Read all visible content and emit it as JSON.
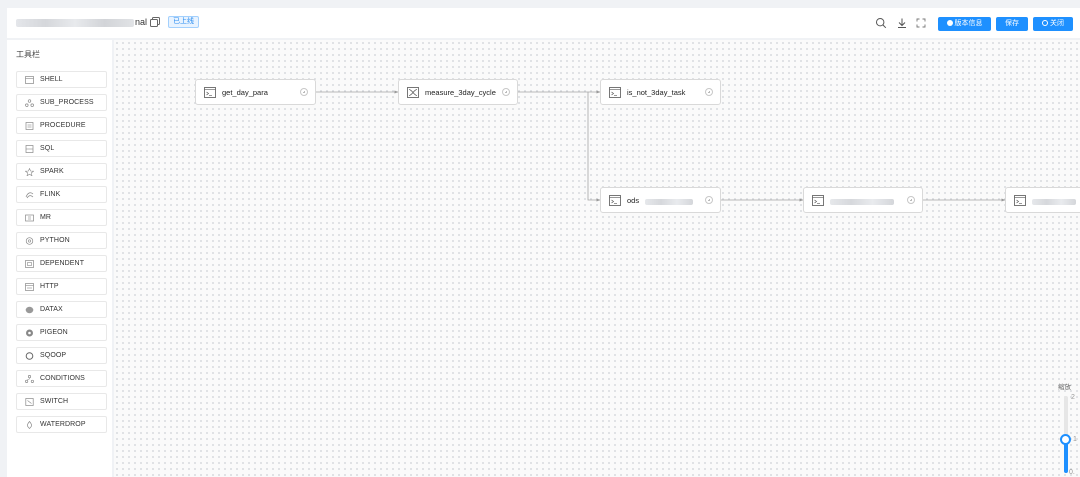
{
  "header": {
    "title_suffix": "nal",
    "status_badge": "已上线",
    "buttons": {
      "version_info": "版本信息",
      "save": "保存",
      "close": "关闭"
    },
    "icons": [
      "search-icon",
      "download-icon",
      "fullscreen-icon"
    ]
  },
  "sidebar": {
    "title": "工具栏",
    "items": [
      {
        "label": "SHELL",
        "icon": "shell-icon"
      },
      {
        "label": "SUB_PROCESS",
        "icon": "sub-process-icon"
      },
      {
        "label": "PROCEDURE",
        "icon": "procedure-icon"
      },
      {
        "label": "SQL",
        "icon": "sql-icon"
      },
      {
        "label": "SPARK",
        "icon": "spark-icon"
      },
      {
        "label": "FLINK",
        "icon": "flink-icon"
      },
      {
        "label": "MR",
        "icon": "mr-icon"
      },
      {
        "label": "PYTHON",
        "icon": "python-icon"
      },
      {
        "label": "DEPENDENT",
        "icon": "dependent-icon"
      },
      {
        "label": "HTTP",
        "icon": "http-icon"
      },
      {
        "label": "DATAX",
        "icon": "datax-icon"
      },
      {
        "label": "PIGEON",
        "icon": "pigeon-icon"
      },
      {
        "label": "SQOOP",
        "icon": "sqoop-icon"
      },
      {
        "label": "CONDITIONS",
        "icon": "conditions-icon"
      },
      {
        "label": "SWITCH",
        "icon": "switch-icon"
      },
      {
        "label": "WATERDROP",
        "icon": "waterdrop-icon"
      }
    ]
  },
  "canvas": {
    "nodes": [
      {
        "label": "get_day_para",
        "icon": "shell-icon"
      },
      {
        "label": "measure_3day_cycle",
        "icon": "conditions-icon"
      },
      {
        "label": "is_not_3day_task",
        "icon": "shell-icon"
      },
      {
        "label": "ods",
        "icon": "shell-icon"
      },
      {
        "label": "",
        "icon": "shell-icon"
      },
      {
        "label": "",
        "icon": "shell-icon"
      }
    ]
  },
  "zoom": {
    "label": "缩放",
    "max": "2",
    "current": "1",
    "min": "0.",
    "level": 1
  },
  "colors": {
    "accent": "#1e90ff",
    "badge_bg": "#e8f3ff",
    "canvas_bg": "#fafafa"
  }
}
